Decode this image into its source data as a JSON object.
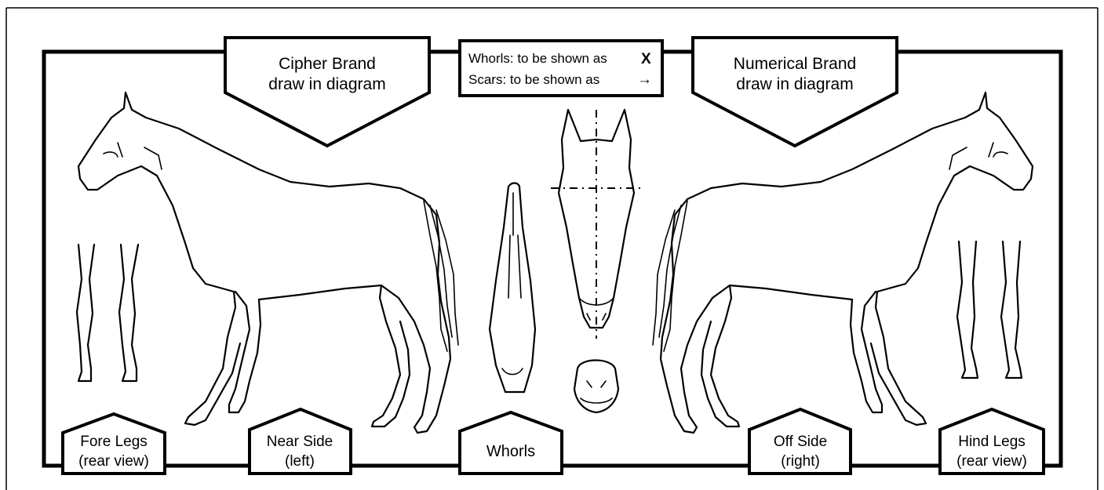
{
  "banner_left": {
    "line1": "Cipher Brand",
    "line2": "draw in diagram"
  },
  "banner_right": {
    "line1": "Numerical Brand",
    "line2": "draw in diagram"
  },
  "legend": {
    "line1": "Whorls: to be shown as",
    "symbol1": "X",
    "line2": "Scars: to be shown as",
    "symbol2": "→"
  },
  "tabs": {
    "fore_legs": {
      "line1": "Fore Legs",
      "line2": "(rear view)"
    },
    "near_side": {
      "line1": "Near Side",
      "line2": "(left)"
    },
    "whorls": {
      "line1": "Whorls"
    },
    "off_side": {
      "line1": "Off Side",
      "line2": "(right)"
    },
    "hind_legs": {
      "line1": "Hind Legs",
      "line2": "(rear view)"
    }
  }
}
